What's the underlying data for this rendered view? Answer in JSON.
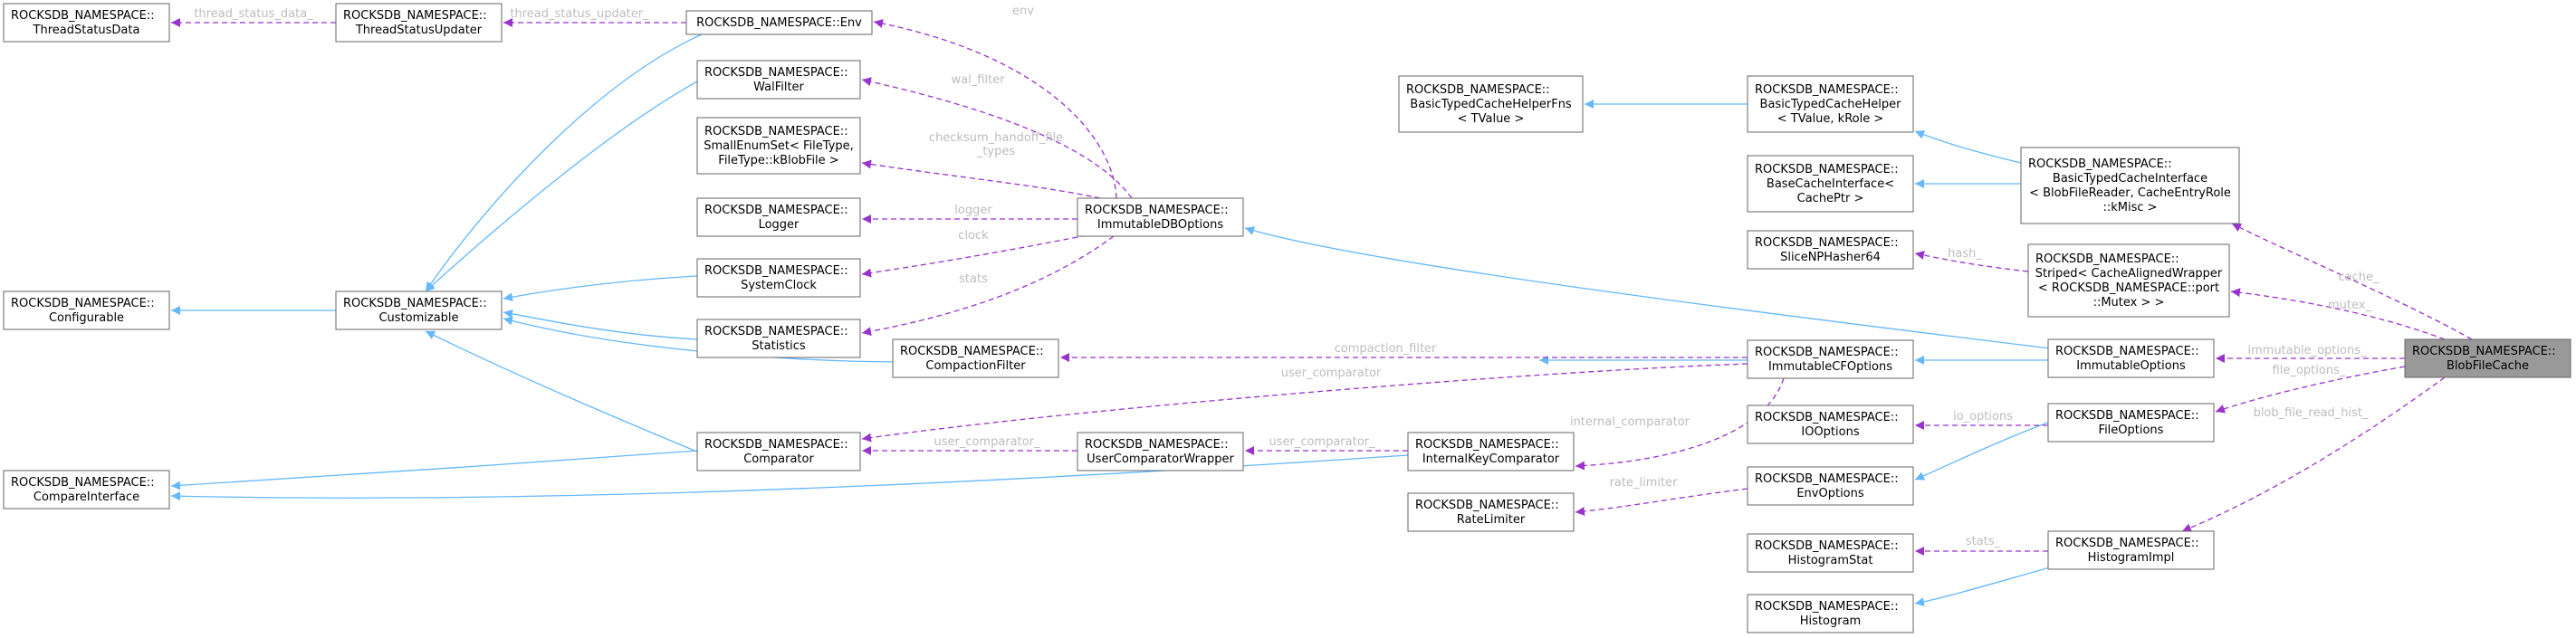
{
  "colors": {
    "inherit": "#63b8ff",
    "use": "#9a32cd",
    "label": "#bdbdbd",
    "focus_fill": "#999999"
  },
  "nodes": [
    {
      "id": "thread_status_data",
      "lines": [
        "ROCKSDB_NAMESPACE::",
        "ThreadStatusData"
      ]
    },
    {
      "id": "thread_status_updater",
      "lines": [
        "ROCKSDB_NAMESPACE::",
        "ThreadStatusUpdater"
      ]
    },
    {
      "id": "env",
      "lines": [
        "ROCKSDB_NAMESPACE::Env"
      ]
    },
    {
      "id": "wal_filter",
      "lines": [
        "ROCKSDB_NAMESPACE::",
        "WalFilter"
      ]
    },
    {
      "id": "small_enum_set",
      "lines": [
        "ROCKSDB_NAMESPACE::",
        "SmallEnumSet< FileType,",
        "FileType::kBlobFile >"
      ]
    },
    {
      "id": "logger",
      "lines": [
        "ROCKSDB_NAMESPACE::",
        "Logger"
      ]
    },
    {
      "id": "system_clock",
      "lines": [
        "ROCKSDB_NAMESPACE::",
        "SystemClock"
      ]
    },
    {
      "id": "statistics",
      "lines": [
        "ROCKSDB_NAMESPACE::",
        "Statistics"
      ]
    },
    {
      "id": "configurable",
      "lines": [
        "ROCKSDB_NAMESPACE::",
        "Configurable"
      ]
    },
    {
      "id": "customizable",
      "lines": [
        "ROCKSDB_NAMESPACE::",
        "Customizable"
      ]
    },
    {
      "id": "compaction_filter",
      "lines": [
        "ROCKSDB_NAMESPACE::",
        "CompactionFilter"
      ]
    },
    {
      "id": "immutable_db_options",
      "lines": [
        "ROCKSDB_NAMESPACE::",
        "ImmutableDBOptions"
      ]
    },
    {
      "id": "comparator",
      "lines": [
        "ROCKSDB_NAMESPACE::",
        "Comparator"
      ]
    },
    {
      "id": "compare_interface",
      "lines": [
        "ROCKSDB_NAMESPACE::",
        "CompareInterface"
      ]
    },
    {
      "id": "user_comparator_wrapper",
      "lines": [
        "ROCKSDB_NAMESPACE::",
        "UserComparatorWrapper"
      ]
    },
    {
      "id": "internal_key_comparator",
      "lines": [
        "ROCKSDB_NAMESPACE::",
        "InternalKeyComparator"
      ]
    },
    {
      "id": "rate_limiter",
      "lines": [
        "ROCKSDB_NAMESPACE::",
        "RateLimiter"
      ]
    },
    {
      "id": "basic_typed_cache_helper_fns",
      "lines": [
        "ROCKSDB_NAMESPACE::",
        "BasicTypedCacheHelperFns",
        "< TValue >"
      ]
    },
    {
      "id": "basic_typed_cache_helper",
      "lines": [
        "ROCKSDB_NAMESPACE::",
        "BasicTypedCacheHelper",
        "< TValue, kRole >"
      ]
    },
    {
      "id": "base_cache_interface",
      "lines": [
        "ROCKSDB_NAMESPACE::",
        "BaseCacheInterface<",
        "CachePtr >"
      ]
    },
    {
      "id": "slice_np_hasher",
      "lines": [
        "ROCKSDB_NAMESPACE::",
        "SliceNPHasher64"
      ]
    },
    {
      "id": "immutable_cf_options",
      "lines": [
        "ROCKSDB_NAMESPACE::",
        "ImmutableCFOptions"
      ]
    },
    {
      "id": "io_options",
      "lines": [
        "ROCKSDB_NAMESPACE::",
        "IOOptions"
      ]
    },
    {
      "id": "env_options",
      "lines": [
        "ROCKSDB_NAMESPACE::",
        "EnvOptions"
      ]
    },
    {
      "id": "histogram_stat",
      "lines": [
        "ROCKSDB_NAMESPACE::",
        "HistogramStat"
      ]
    },
    {
      "id": "histogram",
      "lines": [
        "ROCKSDB_NAMESPACE::",
        "Histogram"
      ]
    },
    {
      "id": "basic_typed_cache_interface",
      "lines": [
        "ROCKSDB_NAMESPACE::",
        "BasicTypedCacheInterface",
        "< BlobFileReader, CacheEntryRole",
        "::kMisc >"
      ]
    },
    {
      "id": "striped",
      "lines": [
        "ROCKSDB_NAMESPACE::",
        "Striped< CacheAlignedWrapper",
        "< ROCKSDB_NAMESPACE::port",
        "::Mutex > >"
      ]
    },
    {
      "id": "immutable_options",
      "lines": [
        "ROCKSDB_NAMESPACE::",
        "ImmutableOptions"
      ]
    },
    {
      "id": "file_options",
      "lines": [
        "ROCKSDB_NAMESPACE::",
        "FileOptions"
      ]
    },
    {
      "id": "histogram_impl",
      "lines": [
        "ROCKSDB_NAMESPACE::",
        "HistogramImpl"
      ]
    },
    {
      "id": "blob_file_cache",
      "lines": [
        "ROCKSDB_NAMESPACE::",
        "BlobFileCache"
      ],
      "focus": true
    }
  ],
  "edges": [
    {
      "id": "e1",
      "kind": "inherit"
    },
    {
      "id": "e2",
      "kind": "inherit"
    },
    {
      "id": "e3",
      "kind": "inherit"
    },
    {
      "id": "e4",
      "kind": "inherit"
    },
    {
      "id": "e5",
      "kind": "inherit"
    },
    {
      "id": "e6",
      "kind": "inherit"
    },
    {
      "id": "e7",
      "kind": "inherit"
    },
    {
      "id": "e8",
      "kind": "inherit"
    },
    {
      "id": "e9",
      "kind": "inherit"
    },
    {
      "id": "e10",
      "kind": "inherit"
    },
    {
      "id": "e11",
      "kind": "inherit"
    },
    {
      "id": "e12",
      "kind": "inherit"
    },
    {
      "id": "e13",
      "kind": "inherit"
    },
    {
      "id": "e14",
      "kind": "inherit"
    },
    {
      "id": "e15",
      "kind": "inherit"
    },
    {
      "id": "e16",
      "kind": "inherit"
    },
    {
      "id": "e17",
      "kind": "inherit"
    },
    {
      "id": "u1",
      "kind": "use",
      "label": "thread_status_data_"
    },
    {
      "id": "u2",
      "kind": "use",
      "label": "thread_status_updater_"
    },
    {
      "id": "u3",
      "kind": "use",
      "label": "env"
    },
    {
      "id": "u4",
      "kind": "use",
      "label": "wal_filter"
    },
    {
      "id": "u5",
      "kind": "use",
      "label": "checksum_handoff_file\n_types"
    },
    {
      "id": "u6",
      "kind": "use",
      "label": "logger"
    },
    {
      "id": "u7",
      "kind": "use",
      "label": "clock"
    },
    {
      "id": "u8",
      "kind": "use",
      "label": "stats"
    },
    {
      "id": "u9",
      "kind": "use",
      "label": "compaction_filter"
    },
    {
      "id": "u10",
      "kind": "use",
      "label": "user_comparator"
    },
    {
      "id": "u11",
      "kind": "use",
      "label": "user_comparator_"
    },
    {
      "id": "u12",
      "kind": "use",
      "label": "user_comparator_"
    },
    {
      "id": "u13",
      "kind": "use",
      "label": "internal_comparator"
    },
    {
      "id": "u14",
      "kind": "use",
      "label": "rate_limiter"
    },
    {
      "id": "u15",
      "kind": "use",
      "label": "hash_"
    },
    {
      "id": "u16",
      "kind": "use",
      "label": "io_options"
    },
    {
      "id": "u17",
      "kind": "use",
      "label": "stats_"
    },
    {
      "id": "u18",
      "kind": "use",
      "label": "cache_"
    },
    {
      "id": "u19",
      "kind": "use",
      "label": "mutex_"
    },
    {
      "id": "u20",
      "kind": "use",
      "label": "immutable_options_"
    },
    {
      "id": "u21",
      "kind": "use",
      "label": "file_options_"
    },
    {
      "id": "u22",
      "kind": "use",
      "label": "blob_file_read_hist_"
    }
  ]
}
